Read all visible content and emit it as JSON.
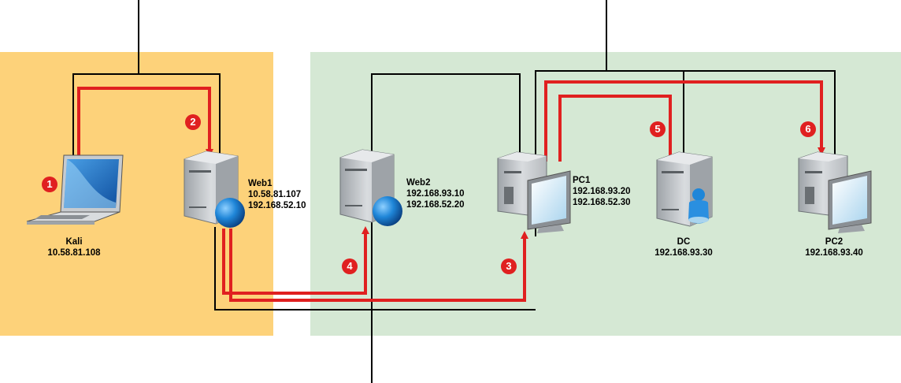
{
  "colors": {
    "dmz_zone": "#fdd27a",
    "internal_zone": "#d5e8d4",
    "network_link": "#000000",
    "attack_path": "#e02020",
    "step_badge": "#e02020"
  },
  "nodes": [
    {
      "id": "kali",
      "name": "Kali",
      "ips": [
        "10.58.81.108"
      ],
      "icon": "laptop-icon"
    },
    {
      "id": "web1",
      "name": "Web1",
      "ips": [
        "10.58.81.107",
        "192.168.52.10"
      ],
      "icon": "web-server-icon"
    },
    {
      "id": "web2",
      "name": "Web2",
      "ips": [
        "192.168.93.10",
        "192.168.52.20"
      ],
      "icon": "web-server-icon"
    },
    {
      "id": "pc1",
      "name": "PC1",
      "ips": [
        "192.168.93.20",
        "192.168.52.30"
      ],
      "icon": "workstation-icon"
    },
    {
      "id": "dc",
      "name": "DC",
      "ips": [
        "192.168.93.30"
      ],
      "icon": "domain-controller-icon"
    },
    {
      "id": "pc2",
      "name": "PC2",
      "ips": [
        "192.168.93.40"
      ],
      "icon": "workstation-icon"
    }
  ],
  "steps": [
    "1",
    "2",
    "3",
    "4",
    "5",
    "6"
  ]
}
